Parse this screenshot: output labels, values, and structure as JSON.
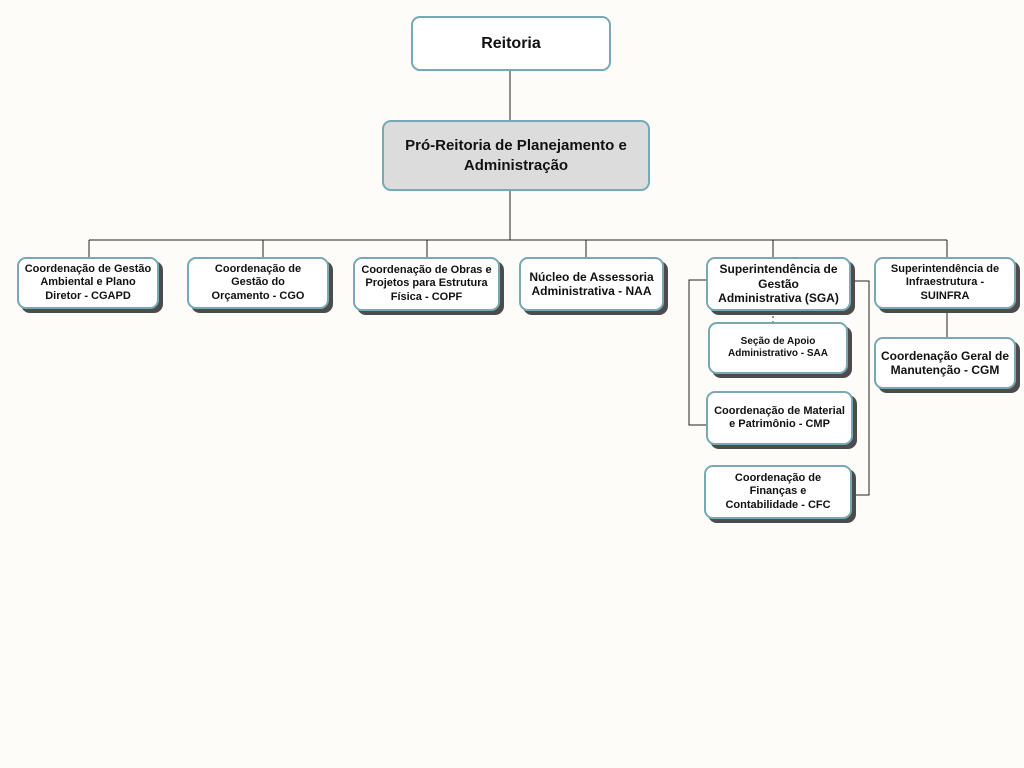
{
  "nodes": {
    "reitoria": "Reitoria",
    "proreitoria": "Pró-Reitoria de Planejamento e Administração",
    "cgapd": "Coordenação de Gestão Ambiental e Plano Diretor - CGAPD",
    "cgo": "Coordenação de Gestão do Orçamento - CGO",
    "copf": "Coordenação de Obras e Projetos para Estrutura Física - COPF",
    "naa": "Núcleo de Assessoria Administrativa - NAA",
    "sga": "Superintendência de Gestão Administrativa (SGA)",
    "saa": "Seção de Apoio Administrativo - SAA",
    "cmp": "Coordenação de Material e Patrimônio - CMP",
    "cfc": "Coordenação de Finanças e Contabilidade - CFC",
    "suinfra": "Superintendência de Infraestrutura - SUINFRA",
    "cgm": "Coordenação Geral de Manutenção - CGM"
  },
  "colors": {
    "border": "#76a9b4",
    "shadow": "#4c4c4c",
    "highlight_fill": "#dcdcdc",
    "background": "#fdfcf8"
  }
}
